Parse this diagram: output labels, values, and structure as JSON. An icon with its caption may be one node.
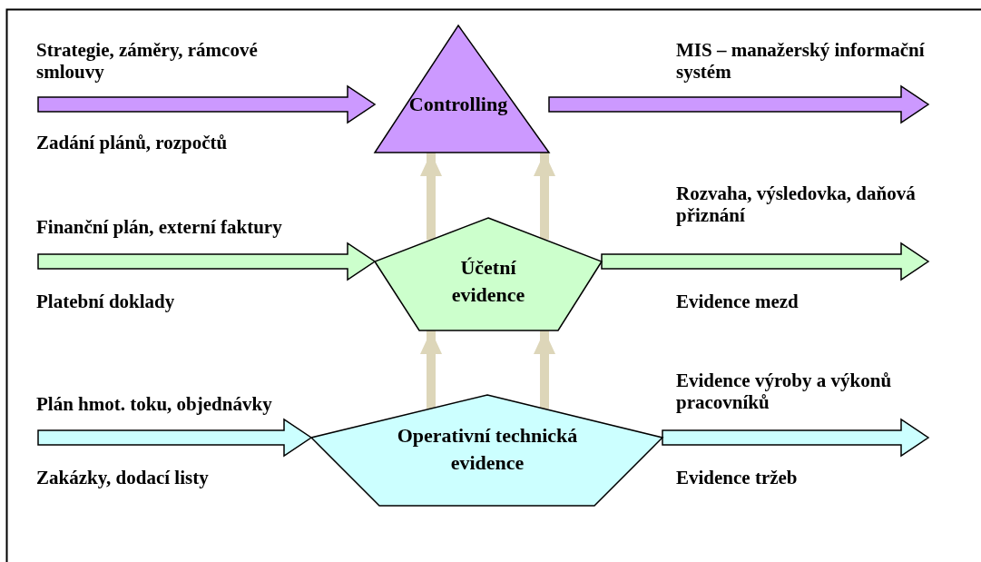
{
  "diagram": {
    "nodes": [
      {
        "text": [
          "Controlling"
        ]
      },
      {
        "text": [
          "Účetní evidence"
        ]
      },
      {
        "text": [
          "Operativní technická evidence"
        ]
      }
    ],
    "edges": [
      {
        "from": null,
        "to": 0,
        "arrow": "to",
        "color": "#cc99ff"
      },
      {
        "from": 0,
        "to": null,
        "arrow": "to",
        "color": "#cc99ff"
      },
      {
        "from": null,
        "to": 1,
        "arrow": "to",
        "color": "#ccffcc"
      },
      {
        "from": 1,
        "to": null,
        "arrow": "to",
        "color": "#ccffcc"
      },
      {
        "from": null,
        "to": 2,
        "arrow": "to",
        "color": "#ccffff"
      },
      {
        "from": 2,
        "to": null,
        "arrow": "to",
        "color": "#ccffff"
      },
      {
        "from": 1,
        "to": 0,
        "arrow": "to",
        "color": "#ddd6b9"
      },
      {
        "from": 1,
        "to": 0,
        "arrow": "to",
        "color": "#ddd6b9"
      },
      {
        "from": 2,
        "to": 1,
        "arrow": "to",
        "color": "#ddd6b9"
      },
      {
        "from": 2,
        "to": 1,
        "arrow": "to",
        "color": "#ddd6b9"
      }
    ],
    "labels": [
      "Strategie, záměry, rámcové smlouvy",
      "MIS – manažerský informační systém",
      "Zadání plánů, rozpočtů",
      "Rozvaha, výsledovka, daňová přiznání",
      "Finanční plán, externí faktury",
      "Platební doklady",
      "Evidence mezd",
      "Evidence výroby a výkonů pracovníků",
      "Plán hmot. toku, objednávky",
      "Zakázky, dodací listy",
      "Evidence tržeb"
    ]
  }
}
